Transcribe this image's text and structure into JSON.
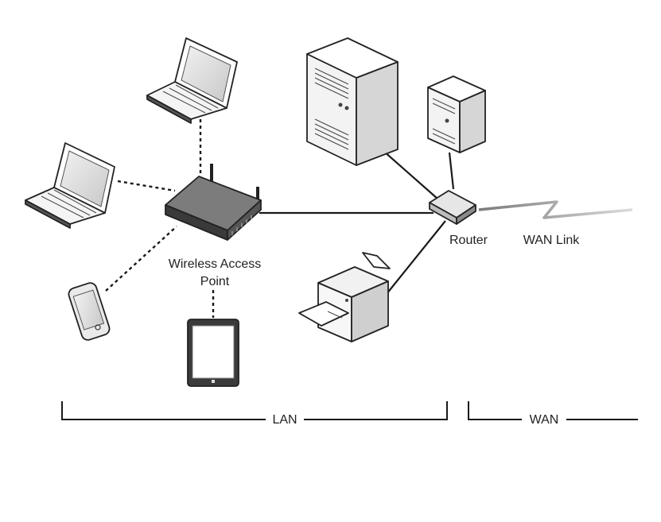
{
  "labels": {
    "wap_line1": "Wireless Access",
    "wap_line2": "Point",
    "router": "Router",
    "wan_link": "WAN Link",
    "lan": "LAN",
    "wan": "WAN"
  }
}
